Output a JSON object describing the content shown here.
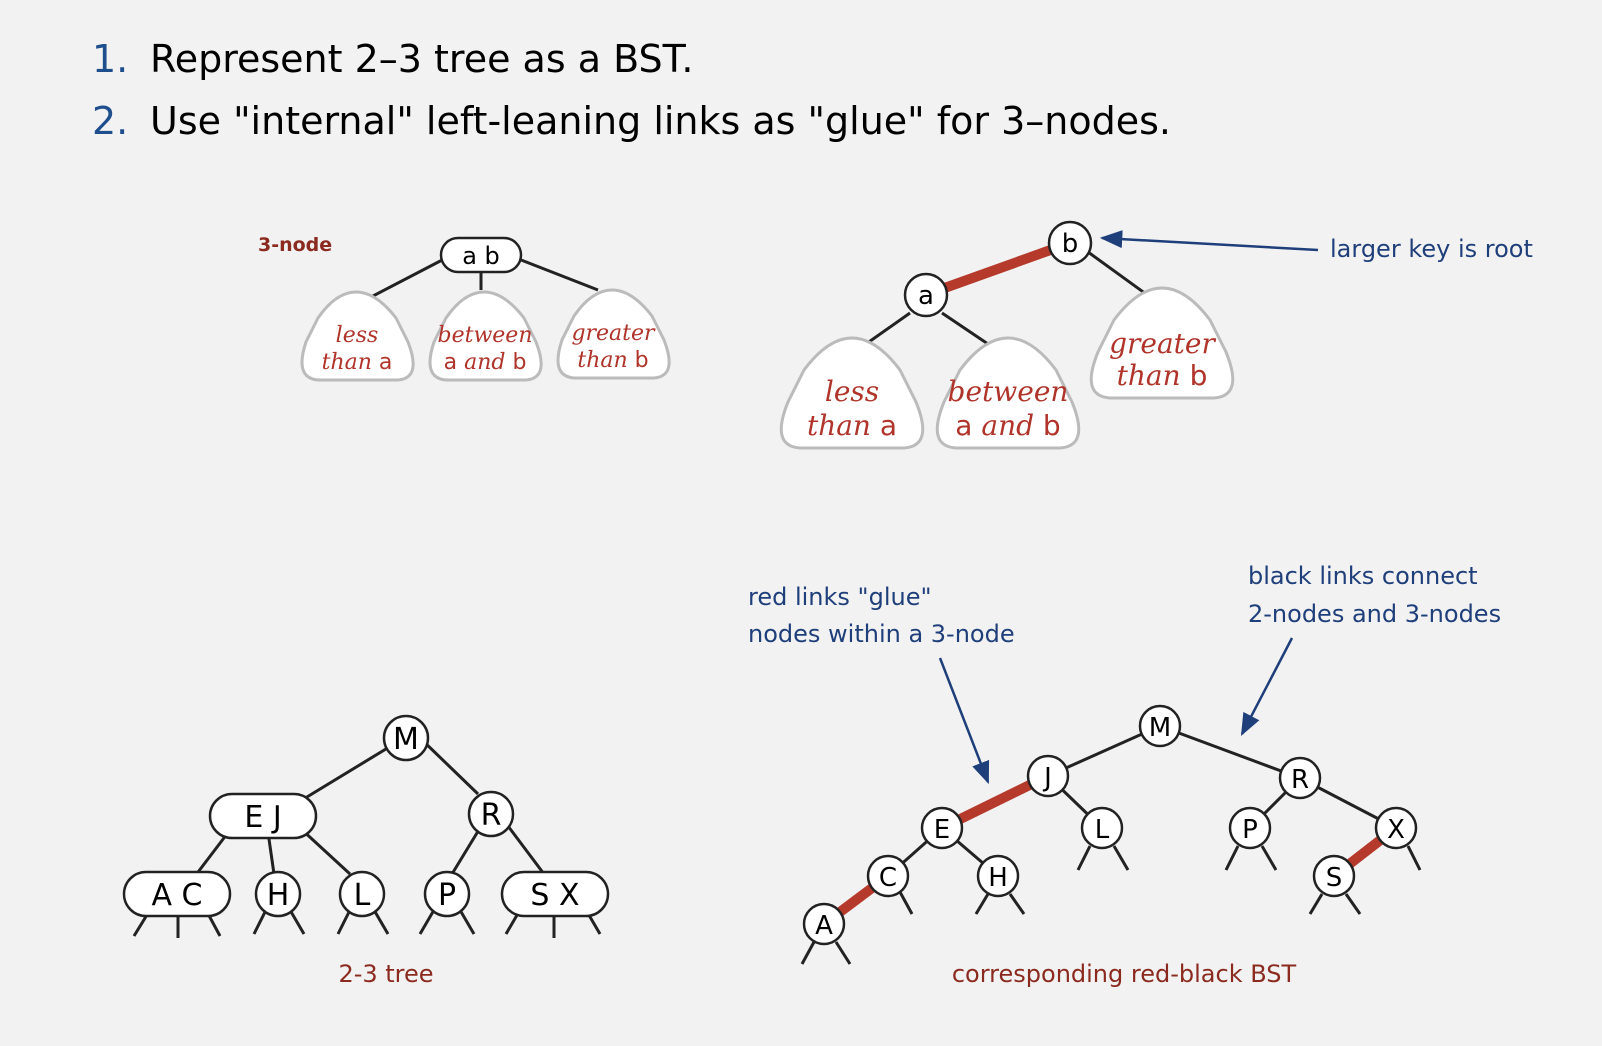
{
  "bullets": [
    {
      "num": "1.",
      "text": "Represent 2–3 tree as a BST."
    },
    {
      "num": "2.",
      "text": "Use \"internal\" left-leaning links as \"glue\" for 3–nodes."
    }
  ],
  "three_node": {
    "label": "3-node",
    "keys": "a b",
    "subtrees": [
      {
        "line1": "less",
        "line2_italic": "than ",
        "line2_key": "a"
      },
      {
        "line1": "between",
        "line2_key": "a",
        "line2_italic": " and ",
        "line2_key2": "b"
      },
      {
        "line1": "greater",
        "line2_italic": "than ",
        "line2_key": "b"
      }
    ]
  },
  "bst_node": {
    "root_key": "b",
    "left_key": "a",
    "callout": "larger key is root",
    "subtrees": [
      {
        "line1": "less",
        "line2_italic": "than ",
        "line2_key": "a"
      },
      {
        "line1": "between",
        "line2_key": "a",
        "line2_italic": " and ",
        "line2_key2": "b"
      },
      {
        "line1": "greater",
        "line2_italic": "than ",
        "line2_key": "b"
      }
    ]
  },
  "tree23": {
    "caption": "2-3 tree",
    "nodes": {
      "root": "M",
      "left": "E J",
      "right": "R",
      "ll": "A C",
      "lm": "H",
      "lr": "L",
      "rl": "P",
      "rr": "S X"
    }
  },
  "rbbst": {
    "caption": "corresponding red-black BST",
    "red_note": [
      "red links \"glue\"",
      "nodes within a 3-node"
    ],
    "black_note": [
      "black links connect",
      "2-nodes and 3-nodes"
    ],
    "nodes": {
      "M": "M",
      "J": "J",
      "R": "R",
      "E": "E",
      "L": "L",
      "P": "P",
      "X": "X",
      "C": "C",
      "H": "H",
      "S": "S",
      "A": "A"
    }
  },
  "colors": {
    "red_link": "#b53a2c",
    "note_blue": "#1f3f7a",
    "bullet_num": "#1f4e8c"
  }
}
